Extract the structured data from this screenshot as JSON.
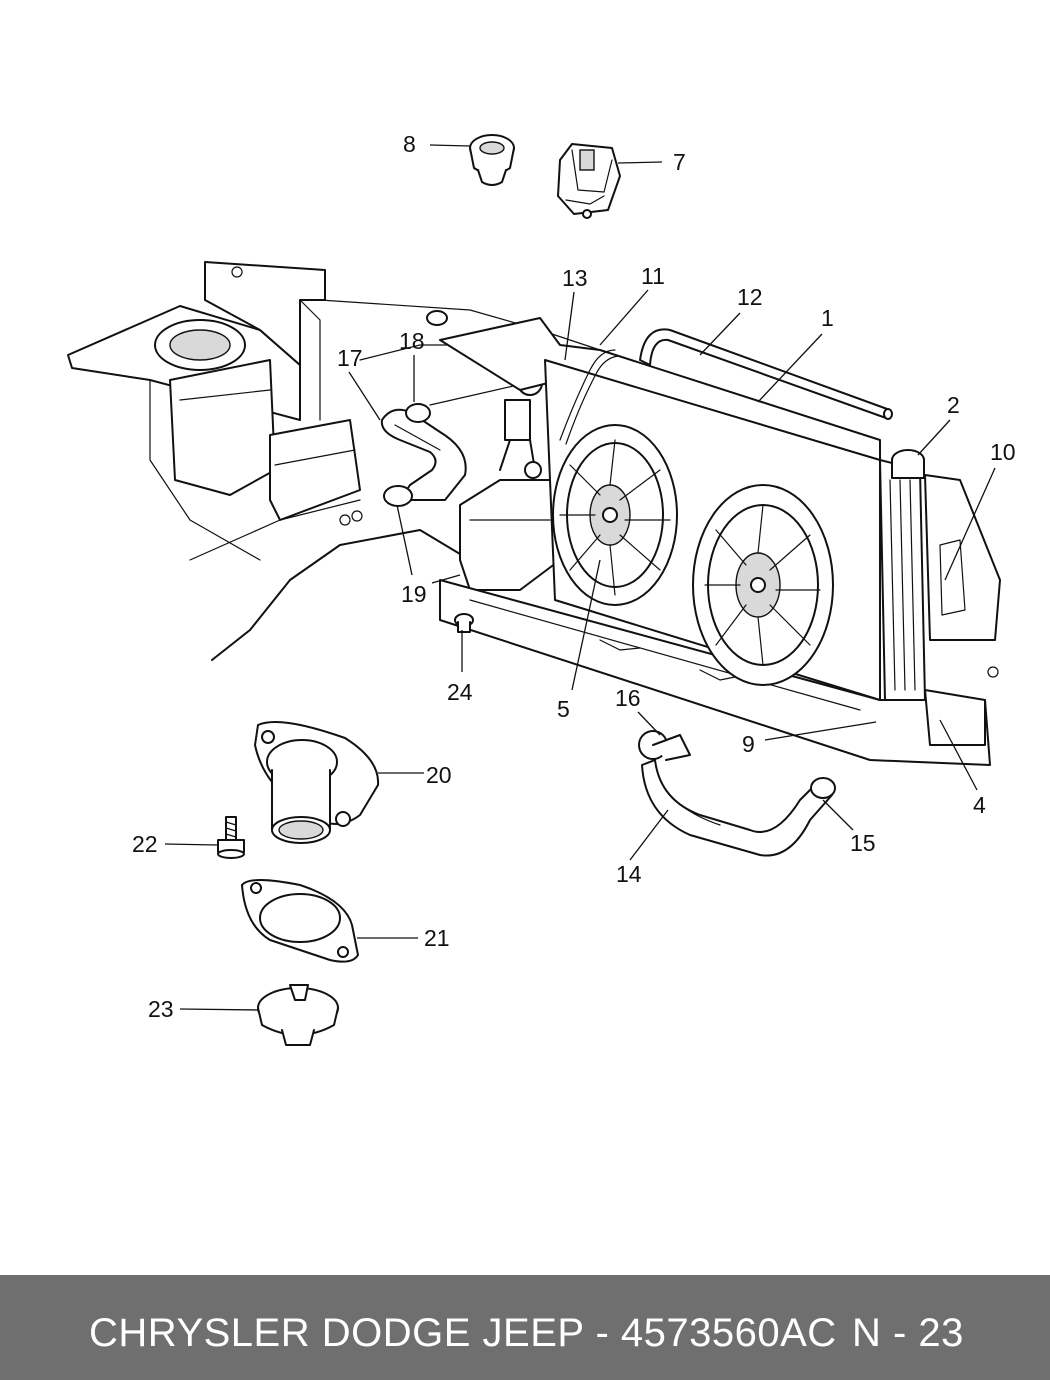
{
  "footer": {
    "title": "CHRYSLER DODGE JEEP - 4573560AC",
    "page": "N - 23"
  },
  "callouts": [
    "1",
    "2",
    "4",
    "5",
    "7",
    "8",
    "9",
    "10",
    "11",
    "12",
    "13",
    "14",
    "15",
    "16",
    "17",
    "18",
    "19",
    "20",
    "21",
    "22",
    "23",
    "24"
  ]
}
